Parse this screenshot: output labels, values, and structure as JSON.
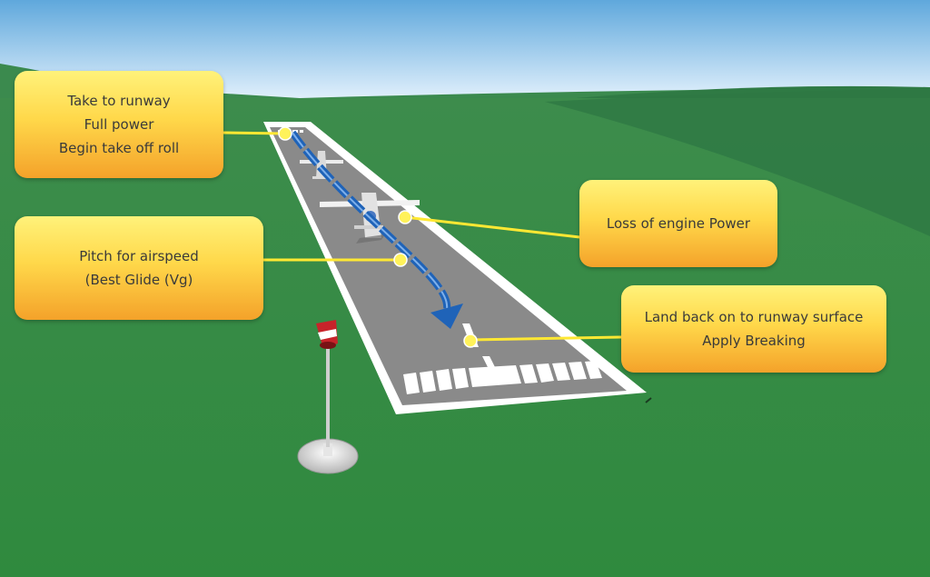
{
  "callouts": {
    "takeoff": {
      "lines": [
        "Take to runway",
        "Full power",
        "Begin take off roll"
      ]
    },
    "pitch": {
      "lines": [
        "Pitch for airspeed",
        "(Best Glide (Vg)"
      ]
    },
    "loss": {
      "lines": [
        "Loss of engine Power"
      ]
    },
    "land": {
      "lines": [
        "Land back on to runway surface",
        "Apply Breaking"
      ]
    }
  },
  "colors": {
    "sky_top": "#5fa8dc",
    "sky_bottom": "#eef7ff",
    "grass": "#3a8a48",
    "runway": "#8a8a8a",
    "runway_edge": "#ffffff",
    "path_arrow": "#1f63b8",
    "leader_line": "#ffe833",
    "windsock": "#c8232a"
  },
  "icons": {
    "windsock": "windsock-icon",
    "aircraft": "aircraft-icon",
    "path_arrow": "flight-path-arrow-icon"
  }
}
